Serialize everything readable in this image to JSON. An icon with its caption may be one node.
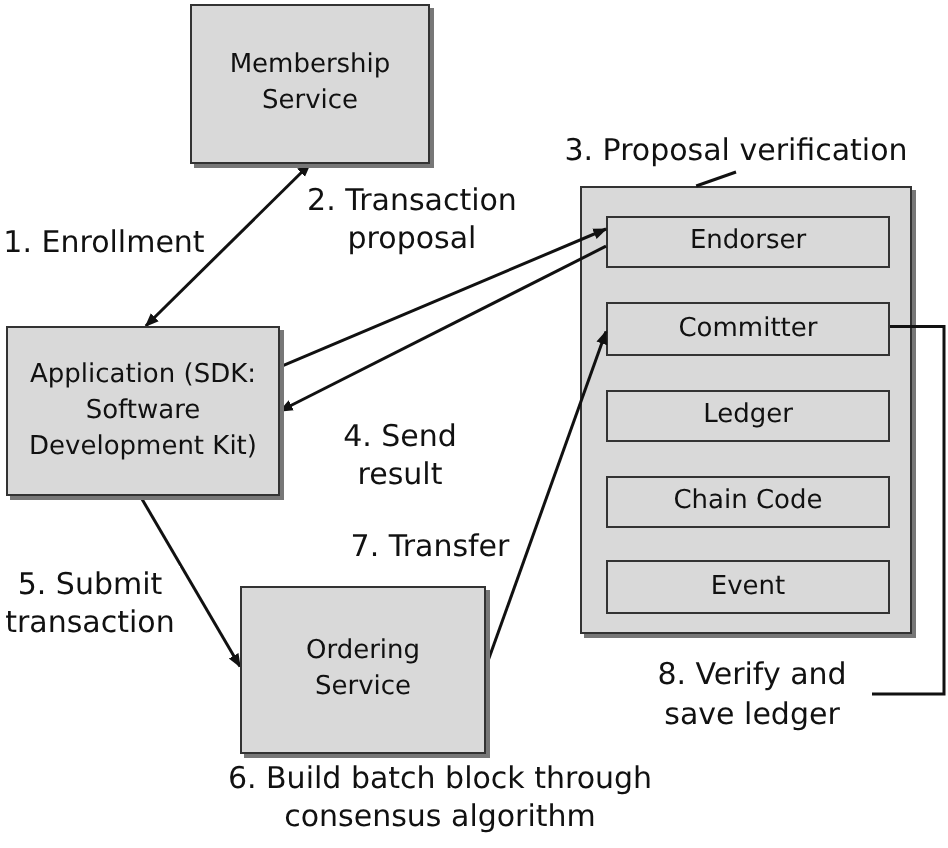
{
  "diagram": {
    "nodes": [
      {
        "text": [
          "Membership Service"
        ]
      },
      {
        "text": [
          "Application (SDK: Software Development Kit)"
        ]
      },
      {
        "text": [
          "3. Proposal verification"
        ]
      },
      {
        "text": [],
        "shape": "box"
      },
      {
        "text": [
          "Endorser"
        ],
        "in": 3
      },
      {
        "text": [
          "Committer"
        ],
        "in": 3
      },
      {
        "text": [
          "Ledger"
        ],
        "in": 3
      },
      {
        "text": [
          "Chain Code"
        ],
        "in": 3
      },
      {
        "text": [
          "Event"
        ],
        "in": 3
      },
      {
        "text": [
          "Ordering Service"
        ],
        "beside": [
          "6. Build batch block through consensus algorithm"
        ]
      },
      {
        "text": [
          "8. Verify and save ledger"
        ]
      }
    ],
    "edges": [
      {
        "from": 0,
        "to": 1,
        "arrow": "both",
        "label": "1. Enrollment"
      },
      {
        "from": 1,
        "to": 4,
        "arrow": "to",
        "label": "2. Transaction proposal"
      },
      {
        "from": 4,
        "to": 1,
        "arrow": "to",
        "label": "4. Send result"
      },
      {
        "from": 1,
        "to": 9,
        "arrow": "to",
        "label": "5. Submit transaction"
      },
      {
        "from": 9,
        "to": 5,
        "arrow": "to",
        "label": "7. Transfer"
      },
      {
        "from": 2,
        "to": 3,
        "arrow": "none"
      },
      {
        "from": 5,
        "to": 10,
        "arrow": "none"
      }
    ]
  }
}
